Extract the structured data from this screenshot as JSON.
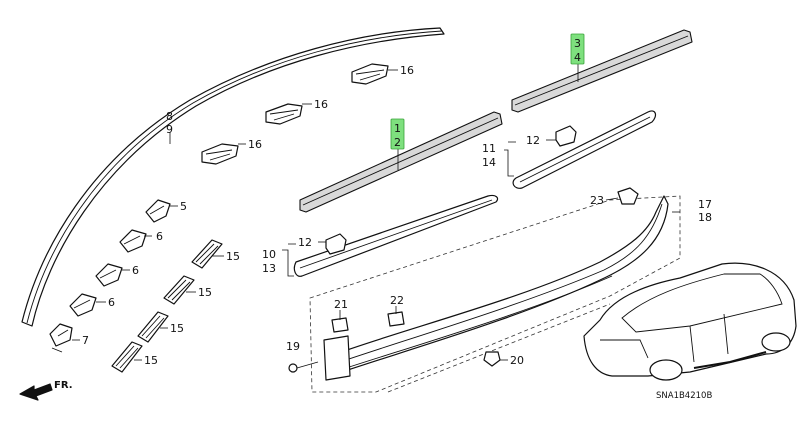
{
  "callouts": {
    "c1": "1",
    "c2": "2",
    "c3": "3",
    "c4": "4",
    "c5": "5",
    "c6a": "6",
    "c6b": "6",
    "c6c": "6",
    "c7": "7",
    "c8": "8",
    "c9": "9",
    "c10": "10",
    "c13": "13",
    "c11": "11",
    "c14": "14",
    "c12a": "12",
    "c12b": "12",
    "c15a": "15",
    "c15b": "15",
    "c15c": "15",
    "c15d": "15",
    "c16a": "16",
    "c16b": "16",
    "c16c": "16",
    "c17": "17",
    "c18": "18",
    "c19": "19",
    "c20": "20",
    "c21": "21",
    "c22": "22",
    "c23": "23"
  },
  "direction_label": "FR.",
  "diagram_code": "SNA1B4210B",
  "highlight_color": "#7ee07e"
}
